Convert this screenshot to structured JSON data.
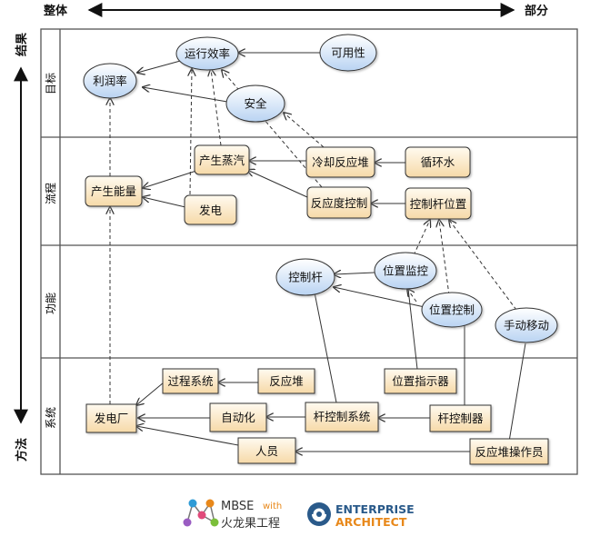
{
  "axis": {
    "left_label": "整体",
    "right_label": "部分",
    "top_label": "结果",
    "bottom_label": "方法"
  },
  "lanes": [
    "目标",
    "流程",
    "功能",
    "系统"
  ],
  "nodes": {
    "run_efficiency": "运行效率",
    "availability": "可用性",
    "profit_rate": "利润率",
    "safety": "安全",
    "produce_steam": "产生蒸汽",
    "cool_reactor": "冷却反应堆",
    "circulating_water": "循环水",
    "produce_energy": "产生能量",
    "generate_power": "发电",
    "reactivity_control": "反应度控制",
    "control_rod_position": "控制杆位置",
    "position_monitor": "位置监控",
    "control_rod": "控制杆",
    "position_control": "位置控制",
    "manual_move": "手动移动",
    "process_system": "过程系统",
    "reactor": "反应堆",
    "position_indicator": "位置指示器",
    "power_plant": "发电厂",
    "automation": "自动化",
    "rod_control_system": "杆控制系统",
    "rod_controller": "杆控制器",
    "personnel": "人员",
    "reactor_operator": "反应堆操作员"
  },
  "logos": {
    "mbse_text": "MBSE",
    "with_text": "with",
    "cn_text": "火龙果工程",
    "ea_line1": "ENTERPRISE",
    "ea_line2": "ARCHITECT"
  },
  "colors": {
    "ellipse_fill_top": "#ffffff",
    "ellipse_fill_bottom": "#b9d3f2",
    "rect_fill_top": "#fffaf0",
    "rect_fill_bottom": "#f6d9a8",
    "lane_stroke": "#555555",
    "ea_blue": "#2a5a8a",
    "ea_orange": "#e8881a",
    "with_orange": "#e8881a"
  }
}
